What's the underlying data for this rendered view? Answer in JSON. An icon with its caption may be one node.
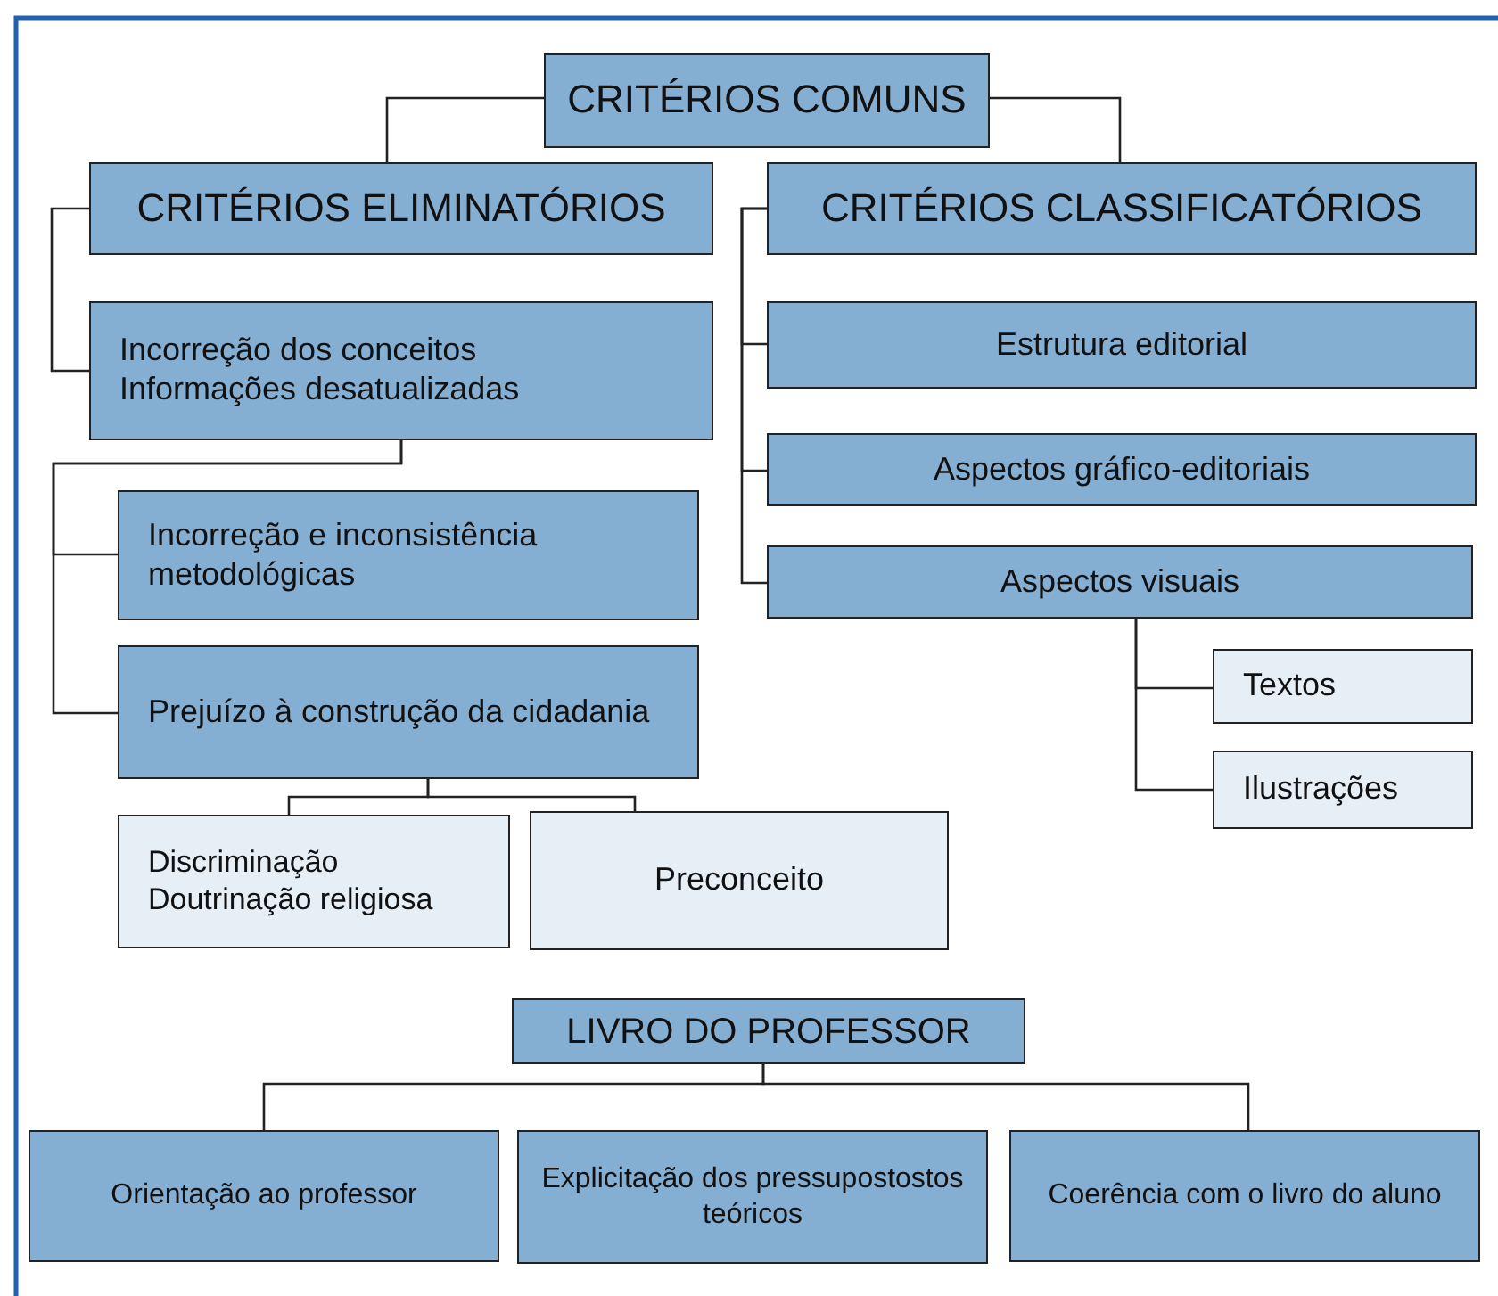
{
  "diagram": {
    "nodes": [
      {
        "text": [
          "CRITÉRIOS COMUNS"
        ]
      },
      {
        "text": [
          "CRITÉRIOS ELIMINATÓRIOS"
        ]
      },
      {
        "text": [
          "CRITÉRIOS CLASSIFICATÓRIOS"
        ]
      },
      {
        "text": [
          "Incorreção dos conceitos",
          "Informações desatualizadas"
        ]
      },
      {
        "text": [
          "Incorreção e inconsistência metodológicas"
        ]
      },
      {
        "text": [
          "Prejuízo à construção da cidadania"
        ]
      },
      {
        "text": [
          "Discriminação",
          "Doutrinação religiosa"
        ]
      },
      {
        "text": [
          "Preconceito"
        ]
      },
      {
        "text": [
          "Estrutura editorial"
        ]
      },
      {
        "text": [
          "Aspectos gráfico-editoriais"
        ]
      },
      {
        "text": [
          "Aspectos visuais"
        ]
      },
      {
        "text": [
          "Textos"
        ]
      },
      {
        "text": [
          "Ilustrações"
        ]
      },
      {
        "text": [
          "LIVRO DO PROFESSOR"
        ]
      },
      {
        "text": [
          "Orientação ao professor"
        ]
      },
      {
        "text": [
          "Explicitação dos pressupostostos teóricos"
        ]
      },
      {
        "text": [
          "Coerência com o livro do aluno"
        ]
      }
    ],
    "edges": [
      {
        "from": 0,
        "to": 1,
        "arrow": "none"
      },
      {
        "from": 0,
        "to": 2,
        "arrow": "none"
      },
      {
        "from": 1,
        "to": 3,
        "arrow": "none"
      },
      {
        "from": 3,
        "to": 4,
        "arrow": "none"
      },
      {
        "from": 3,
        "to": 5,
        "arrow": "none"
      },
      {
        "from": 5,
        "to": 6,
        "arrow": "none"
      },
      {
        "from": 5,
        "to": 7,
        "arrow": "none"
      },
      {
        "from": 2,
        "to": 8,
        "arrow": "none"
      },
      {
        "from": 2,
        "to": 9,
        "arrow": "none"
      },
      {
        "from": 2,
        "to": 10,
        "arrow": "none"
      },
      {
        "from": 10,
        "to": 11,
        "arrow": "none"
      },
      {
        "from": 10,
        "to": 12,
        "arrow": "none"
      },
      {
        "from": 13,
        "to": 14,
        "arrow": "none"
      },
      {
        "from": 13,
        "to": 16,
        "arrow": "none"
      }
    ]
  }
}
